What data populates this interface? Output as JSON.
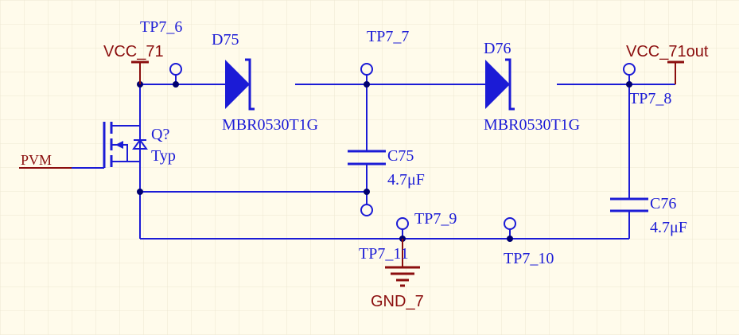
{
  "colors": {
    "background": "#fffbeb",
    "grid": "#ece7d2",
    "wire": "#1b1bd6",
    "component": "#1b1bd6",
    "power": "#8b0e0e",
    "power_text": "#8b0e0e",
    "label_text": "#1b1bd6",
    "junction": "#000070"
  },
  "nets": {
    "vcc_in": "VCC_71",
    "vcc_out": "VCC_71out",
    "gnd": "GND_7",
    "pvm": "PVM"
  },
  "test_points": {
    "tp6": "TP7_6",
    "tp7": "TP7_7",
    "tp8": "TP7_8",
    "tp9": "TP7_9",
    "tp10": "TP7_10",
    "tp11": "TP7_11"
  },
  "components": {
    "d75": {
      "designator": "D75",
      "value": "MBR0530T1G"
    },
    "d76": {
      "designator": "D76",
      "value": "MBR0530T1G"
    },
    "c75": {
      "designator": "C75",
      "value": "4.7μF"
    },
    "c76": {
      "designator": "C76",
      "value": "4.7μF"
    },
    "q": {
      "designator": "Q?",
      "value": "Typ"
    }
  }
}
